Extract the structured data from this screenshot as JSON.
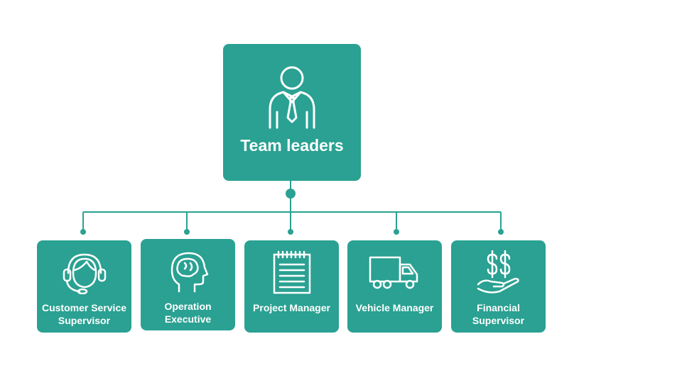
{
  "colors": {
    "box_fill": "#2aa192",
    "text": "#ffffff",
    "connector": "#2aa192"
  },
  "root": {
    "label": "Team leaders",
    "icon": "businessman-icon"
  },
  "children": [
    {
      "label_line1": "Customer Service",
      "label_line2": "Supervisor",
      "icon": "headset-agent-icon"
    },
    {
      "label_line1": "Operation",
      "label_line2": "Executive",
      "icon": "head-brain-icon"
    },
    {
      "label_line1": "Project Manager",
      "label_line2": "",
      "icon": "notepad-icon"
    },
    {
      "label_line1": "Vehicle Manager",
      "label_line2": "",
      "icon": "delivery-truck-icon"
    },
    {
      "label_line1": "Financial",
      "label_line2": "Supervisor",
      "icon": "money-hand-icon"
    }
  ]
}
